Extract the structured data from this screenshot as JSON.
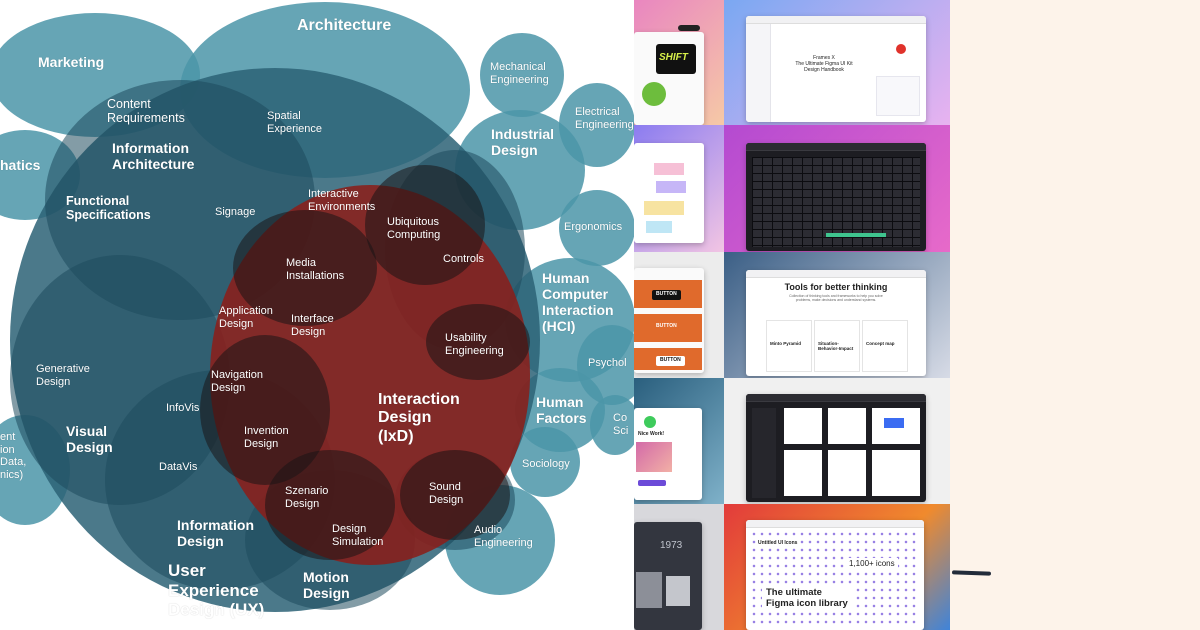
{
  "diagram": {
    "labels": {
      "architecture": "Architecture",
      "marketing": "Marketing",
      "content_requirements": "Content\nRequirements",
      "information_architecture": "Information\nArchitecture",
      "spatial_experience": "Spatial\nExperience",
      "mechanical_engineering": "Mechanical\nEngineering",
      "electrical_engineering": "Electrical\nEngineering",
      "industrial_design": "Industrial\nDesign",
      "mathematics": "hatics",
      "functional_specifications": "Functional\nSpecifications",
      "signage": "Signage",
      "interactive_environments": "Interactive\nEnvironments",
      "ubiquitous_computing": "Ubiquitous\nComputing",
      "ergonomics": "Ergonomics",
      "controls": "Controls",
      "media_installations": "Media\nInstallations",
      "hci": "Human\nComputer\nInteraction\n(HCI)",
      "application_design": "Application\nDesign",
      "interface_design": "Interface\nDesign",
      "usability_engineering": "Usability\nEngineering",
      "psychology": "Psychol",
      "generative_design": "Generative\nDesign",
      "navigation_design": "Navigation\nDesign",
      "infovis": "InfoVis",
      "interaction_design": "Interaction\nDesign\n(IxD)",
      "human_factors": "Human\nFactors",
      "cognitive_science": "Co\nSci",
      "visual_design": "Visual\nDesign",
      "invention_design": "Invention\nDesign",
      "sociology": "Sociology",
      "datavis": "DataVis",
      "data_partial": "ent\nion\nData,\nnics)",
      "szenario_design": "Szenario\nDesign",
      "sound_design": "Sound\nDesign",
      "design_simulation": "Design\nSimulation",
      "information_design": "Information\nDesign",
      "audio_engineering": "Audio\nEngineering",
      "ux_design": "User\nExperience\nDesign (UX)",
      "motion_design": "Motion\nDesign"
    }
  },
  "gallery": {
    "shift_badge": "SHIFT",
    "frames_title": "Frames X\nThe Ultimate Figma UI Kit\nDesign Handbook",
    "tools_title": "Tools for better thinking",
    "tools_subtitle": "Collection of thinking tools and frameworks to help you solve\nproblems, make decisions and understand systems.",
    "tools_cards": [
      "Minto Pyramid",
      "Situation-\nBehavior-Impact",
      "Concept map"
    ],
    "orange_buttons": [
      "BUTTON",
      "BUTTON",
      "BUTTON"
    ],
    "nice_work": "Nice Work!",
    "year": "1973",
    "icons_count": "1,100+ icons",
    "icons_brand": "Untitled UI Icons",
    "icons_title": "The ultimate\nFigma icon library",
    "colors": {
      "teal": "#3f8ea3",
      "navy": "#1d3e50",
      "red": "#7c1e1a",
      "orange": "#e06a2c",
      "purple": "#6c4bd8"
    }
  }
}
